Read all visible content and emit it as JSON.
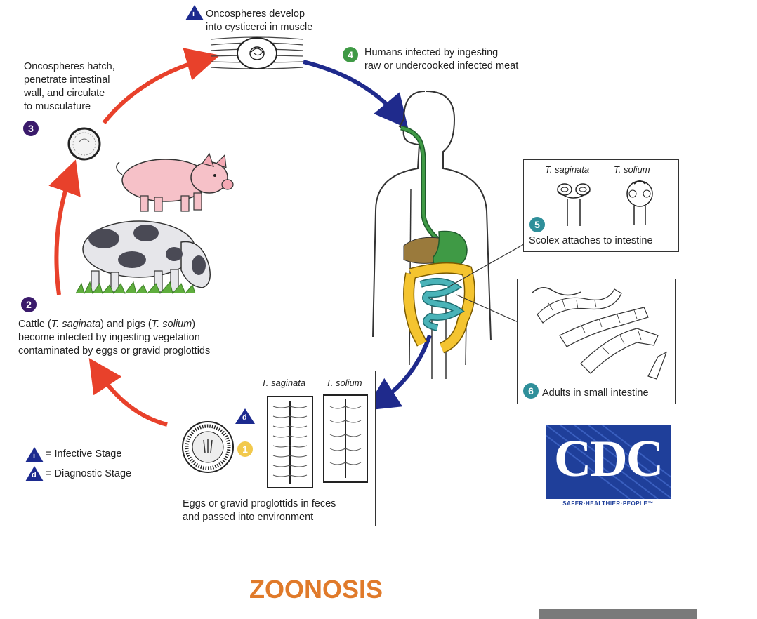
{
  "stages": {
    "stage_i": {
      "badge": "i",
      "text_line1": "Oncospheres develop",
      "text_line2": "into cysticerci in muscle"
    },
    "stage_3": {
      "badge": "3",
      "lines": [
        "Oncospheres hatch,",
        "penetrate intestinal",
        "wall, and circulate",
        "to musculature"
      ]
    },
    "stage_4": {
      "badge": "4",
      "text_line1": "Humans infected by ingesting",
      "text_line2": "raw or undercooked infected meat"
    },
    "stage_2": {
      "badge": "2",
      "line1_a": "Cattle (",
      "line1_b": "T. saginata",
      "line1_c": ") and pigs (",
      "line1_d": "T. solium",
      "line1_e": ")",
      "line2": "become infected by ingesting vegetation",
      "line3": "contaminated by eggs or gravid proglottids"
    },
    "stage_5": {
      "badge": "5",
      "species_a": "T. saginata",
      "species_b": "T. solium",
      "text": "Scolex attaches to intestine"
    },
    "stage_6": {
      "badge": "6",
      "text": "Adults in small intestine"
    },
    "stage_1": {
      "badge_1": "1",
      "badge_d": "d",
      "species_a": "T. saginata",
      "species_b": "T. solium",
      "text_line1": "Eggs or gravid proglottids in feces",
      "text_line2": "and passed into environment"
    }
  },
  "legend": {
    "infective": {
      "badge": "i",
      "text": "= Infective Stage"
    },
    "diagnostic": {
      "badge": "d",
      "text": "= Diagnostic Stage"
    }
  },
  "logo": {
    "name": "CDC",
    "tagline": "SAFER·HEALTHIER·PEOPLE™"
  },
  "caption": "ZOONOSIS",
  "colors": {
    "red_arrow": "#e8412b",
    "blue_arrow": "#1f2a8c",
    "badge_purple": "#3a1a6b",
    "badge_green": "#3f9a45",
    "badge_teal": "#2f8f9a",
    "badge_yellow": "#f2c94c",
    "triangle_blue": "#1c2a8f",
    "caption_orange": "#e07a2a",
    "cdc_blue": "#1f3f9a"
  }
}
